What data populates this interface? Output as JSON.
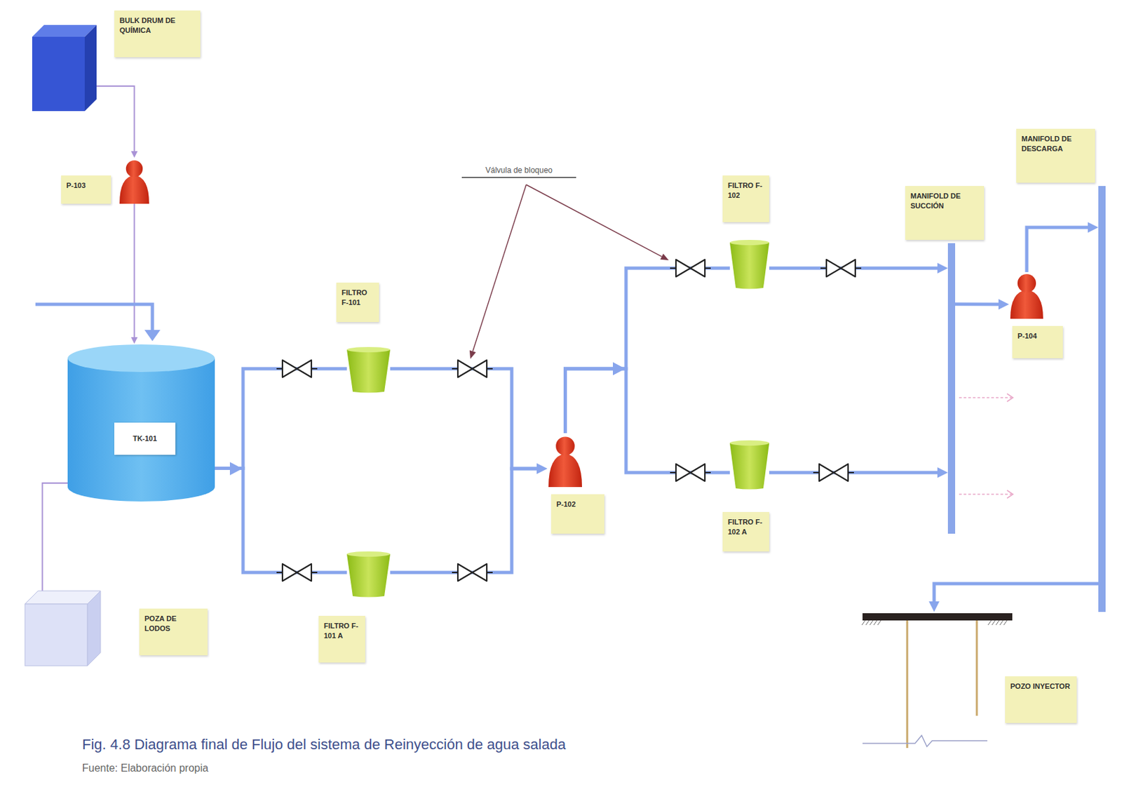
{
  "diagram": {
    "caption": "Fig. 4.8 Diagrama final de Flujo del sistema de Reinyección de agua salada",
    "nodes": [
      {
        "text": [
          "BULK DRUM DE QUÍMICA"
        ]
      },
      {
        "text": [
          "P-103"
        ]
      },
      {
        "text": [
          "TK-101"
        ]
      },
      {
        "text": [
          "POZA DE LODOS"
        ]
      },
      {
        "text": [
          "FILTRO F-101"
        ]
      },
      {
        "text": [
          "FILTRO F-101 A"
        ]
      },
      {
        "text": [
          "P-102"
        ]
      },
      {
        "text": [
          "FILTRO F-102"
        ]
      },
      {
        "text": [
          "FILTRO F-102 A"
        ]
      },
      {
        "text": [
          "MANIFOLD DE SUCCIÓN"
        ]
      },
      {
        "text": [
          "P-104"
        ]
      },
      {
        "text": [
          "MANIFOLD DE DESCARGA"
        ]
      },
      {
        "text": [
          "POZO INYECTOR"
        ]
      }
    ],
    "edges": [
      {
        "from": 0,
        "to": 1,
        "arrow": "to"
      },
      {
        "from": 1,
        "to": 2,
        "arrow": "to"
      },
      {
        "from": 2,
        "to": 3,
        "arrow": "none"
      },
      {
        "from": 2,
        "to": 4,
        "arrow": "none"
      },
      {
        "from": 2,
        "to": 5,
        "arrow": "none"
      },
      {
        "from": 4,
        "to": 6,
        "arrow": "to"
      },
      {
        "from": 5,
        "to": 6,
        "arrow": "to"
      },
      {
        "from": 6,
        "to": 7,
        "arrow": "none"
      },
      {
        "from": 6,
        "to": 8,
        "arrow": "none"
      },
      {
        "from": 7,
        "to": 9,
        "arrow": "to"
      },
      {
        "from": 8,
        "to": 9,
        "arrow": "to"
      },
      {
        "from": 9,
        "to": 10,
        "arrow": "to"
      },
      {
        "from": 10,
        "to": 11,
        "arrow": "to"
      },
      {
        "from": 11,
        "to": 12,
        "arrow": "to"
      }
    ],
    "labels": [
      "Válvula de bloqueo",
      "Fuente: Elaboración propia"
    ]
  }
}
